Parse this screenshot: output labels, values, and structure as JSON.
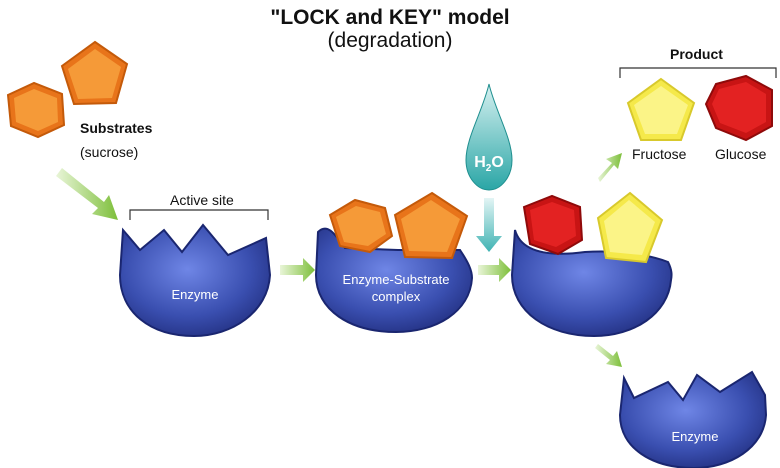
{
  "title": "\"LOCK and KEY\" model",
  "subtitle": "(degradation)",
  "substrates": {
    "label": "Substrates",
    "sublabel": "(sucrose)"
  },
  "active_site_label": "Active site",
  "enzyme_label": "Enzyme",
  "complex_label_line1": "Enzyme-Substrate",
  "complex_label_line2": "complex",
  "water": {
    "main": "H",
    "sub": "2",
    "tail": "O"
  },
  "product": {
    "label": "Product",
    "fructose": "Fructose",
    "glucose": "Glucose"
  },
  "enzyme_label_final": "Enzyme",
  "colors": {
    "enzyme": "#3a4fb0",
    "substrate": "#f28a1c",
    "fructose": "#f7ef5a",
    "glucose": "#d61a1a",
    "arrow": "#8cc63f",
    "water": "#3fb3b3"
  }
}
